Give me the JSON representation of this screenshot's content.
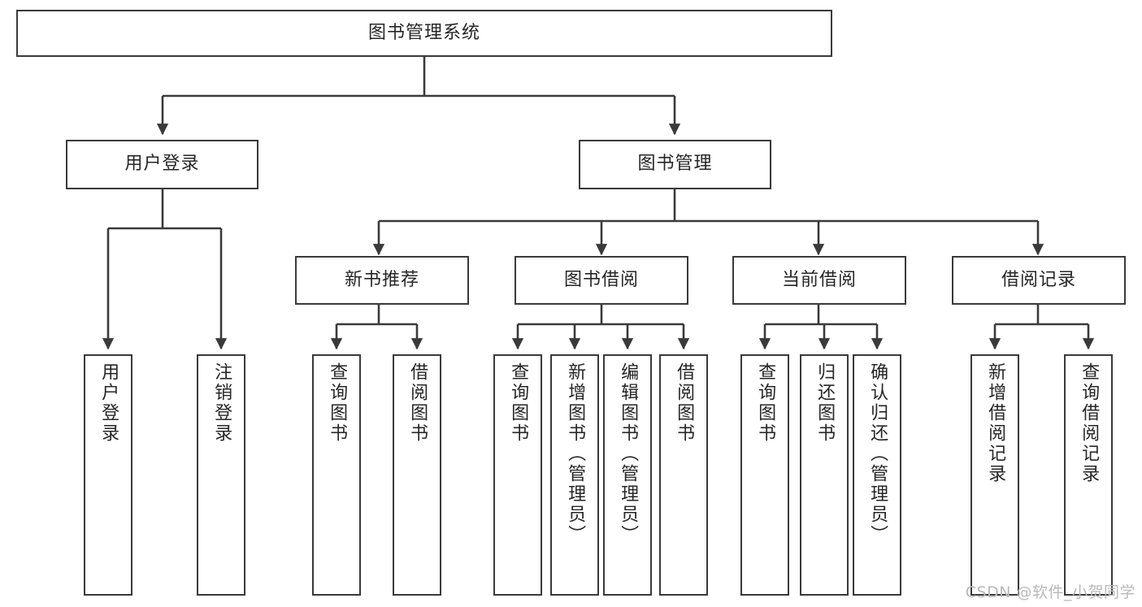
{
  "diagram": {
    "type": "tree-hierarchy-flowchart",
    "title": "图书管理系统",
    "watermark": "CSDN @软件_小贺同学",
    "colors": {
      "stroke": "#3a3a3a",
      "fill": "#ffffff",
      "text": "#262626",
      "watermark": "#b9b9b9"
    },
    "nodes": {
      "root": {
        "label": "图书管理系统"
      },
      "level1": [
        {
          "id": "user-login",
          "label": "用户登录"
        },
        {
          "id": "book-manage",
          "label": "图书管理"
        }
      ],
      "level2": [
        {
          "id": "new-book-rec",
          "label": "新书推荐",
          "parent": "book-manage"
        },
        {
          "id": "book-borrow",
          "label": "图书借阅",
          "parent": "book-manage"
        },
        {
          "id": "current-borrow",
          "label": "当前借阅",
          "parent": "book-manage"
        },
        {
          "id": "borrow-record",
          "label": "借阅记录",
          "parent": "book-manage"
        }
      ],
      "leaves": [
        {
          "id": "leaf-user-login",
          "label": "用户登录",
          "parent": "user-login"
        },
        {
          "id": "leaf-logout",
          "label": "注销登录",
          "parent": "user-login"
        },
        {
          "id": "leaf-query-book-1",
          "label": "查询图书",
          "parent": "new-book-rec"
        },
        {
          "id": "leaf-borrow-book-1",
          "label": "借阅图书",
          "parent": "new-book-rec"
        },
        {
          "id": "leaf-query-book-2",
          "label": "查询图书",
          "parent": "book-borrow"
        },
        {
          "id": "leaf-add-book",
          "label": "新增图书（管理员）",
          "parent": "book-borrow"
        },
        {
          "id": "leaf-edit-book",
          "label": "编辑图书（管理员）",
          "parent": "book-borrow"
        },
        {
          "id": "leaf-borrow-book-2",
          "label": "借阅图书",
          "parent": "book-borrow"
        },
        {
          "id": "leaf-query-book-3",
          "label": "查询图书",
          "parent": "current-borrow"
        },
        {
          "id": "leaf-return-book",
          "label": "归还图书",
          "parent": "current-borrow"
        },
        {
          "id": "leaf-confirm-return",
          "label": "确认归还（管理员）",
          "parent": "current-borrow"
        },
        {
          "id": "leaf-add-record",
          "label": "新增借阅记录",
          "parent": "borrow-record"
        },
        {
          "id": "leaf-query-record",
          "label": "查询借阅记录",
          "parent": "borrow-record"
        }
      ]
    }
  }
}
